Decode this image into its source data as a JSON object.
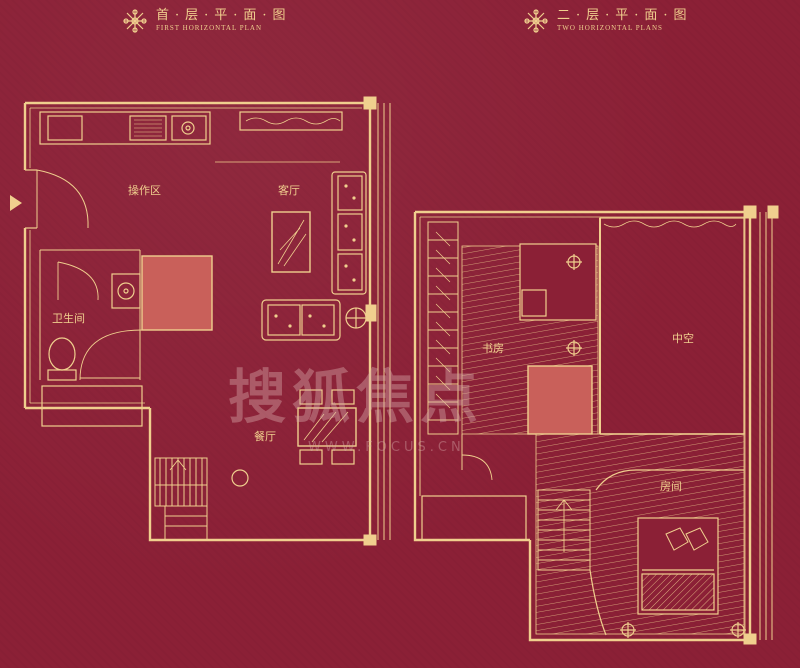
{
  "plan1": {
    "title_cn": "首·层·平·面·图",
    "title_en": "FIRST HORIZONTAL PLAN"
  },
  "plan2": {
    "title_cn": "二·层·平·面·图",
    "title_en": "TWO HORIZONTAL PLANS"
  },
  "rooms": {
    "work_area": "操作区",
    "living": "客厅",
    "bathroom": "卫生间",
    "dining": "餐厅",
    "study": "书房",
    "void": "中空",
    "bedroom": "房间"
  },
  "watermark": {
    "main": "搜狐焦点",
    "sub": "WWW.FOCUS.CN"
  },
  "colors": {
    "background": "#8b2036",
    "line": "#f0cf8e",
    "highlight": "#c9605a"
  }
}
